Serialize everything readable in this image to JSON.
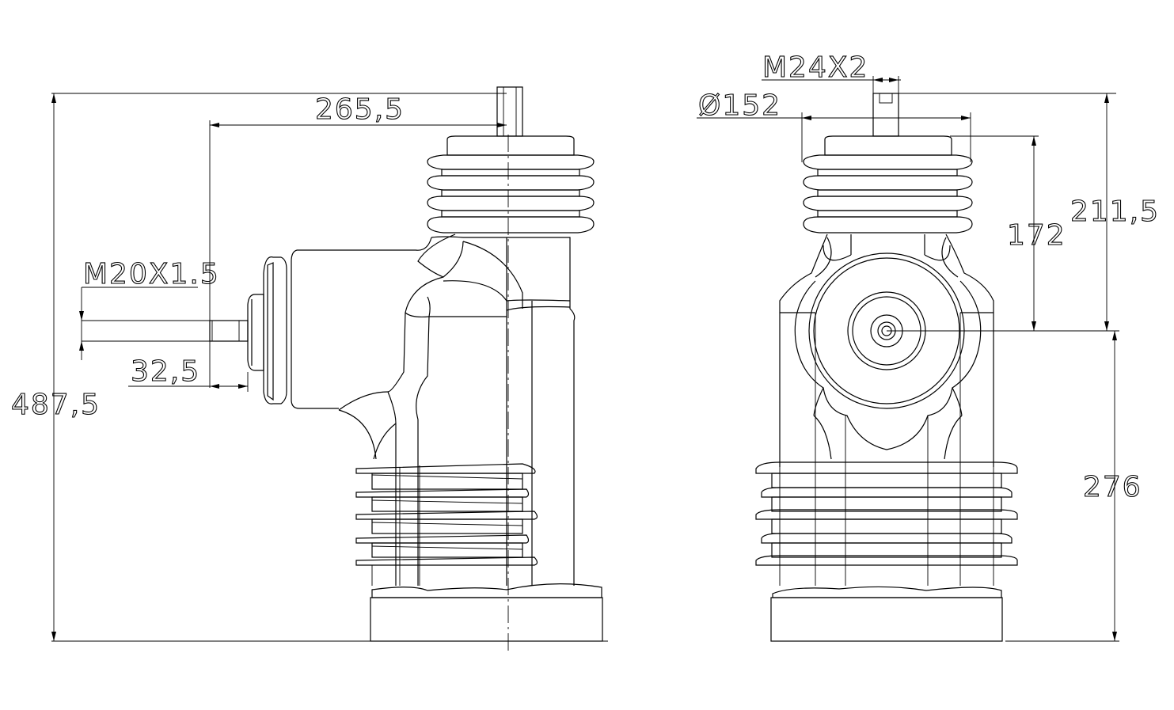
{
  "dimensions": {
    "total_height": "487,5",
    "side_offset": "265,5",
    "thread_side": "M20X1.5",
    "thread_length": "32,5",
    "thread_top": "M24X2",
    "head_diameter": "Ø152",
    "upper_height": "211,5",
    "head_height": "172",
    "lower_height": "276"
  }
}
